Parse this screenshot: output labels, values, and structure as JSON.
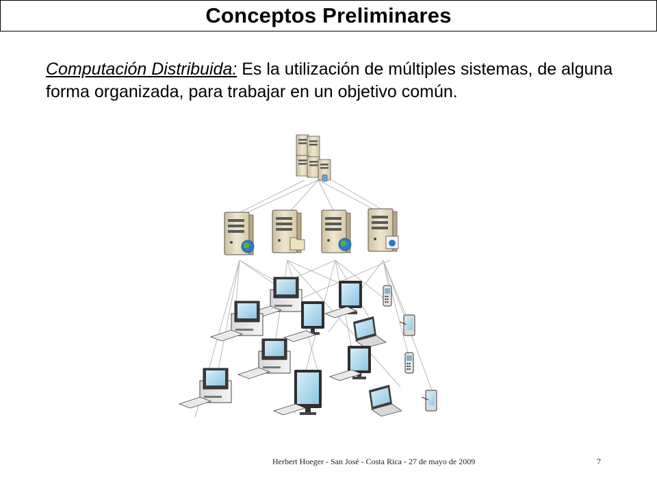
{
  "slide": {
    "title": "Conceptos Preliminares",
    "term": "Computación Distribuida:",
    "definition": " Es la utilización de múltiples sistemas, de alguna forma organizada, para trabajar en un objetivo común.",
    "footer": "Herbert Hoeger - San José - Costa Rica - 27 de mayo de 2009",
    "page_number": "7"
  },
  "diagram": {
    "server_badges": [
      "globe-icon",
      "folder-icon",
      "globe-icon",
      "web-page-icon"
    ],
    "colors": {
      "server": "#e8dcc0",
      "line": "#b8b8b8",
      "screen": "#a9d7ee"
    }
  }
}
